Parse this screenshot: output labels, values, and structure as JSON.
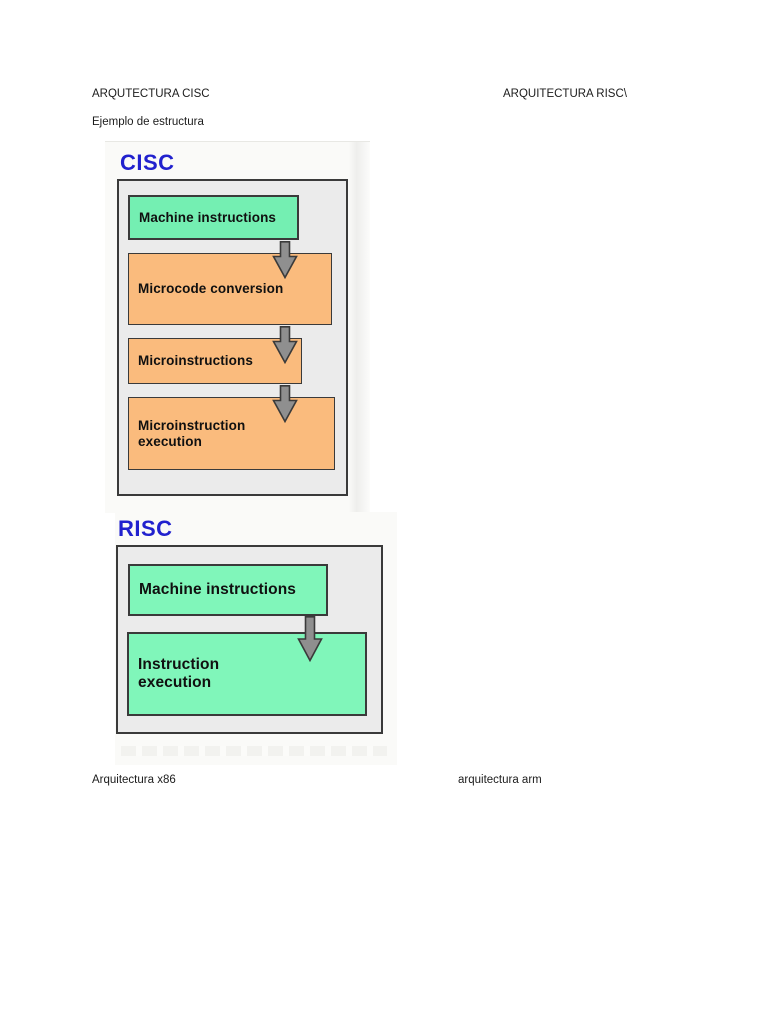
{
  "page": {
    "header_left": "ARQUTECTURA CISC",
    "header_right": "ARQUITECTURA RISC\\",
    "subtitle": "Ejemplo de estructura",
    "footer_left": "Arquitectura x86",
    "footer_right": "arquitectura arm"
  },
  "cisc": {
    "title": "CISC",
    "boxes": [
      {
        "label": "Machine instructions",
        "type": "green"
      },
      {
        "label": "Microcode conversion",
        "type": "orange"
      },
      {
        "label": "Microinstructions",
        "type": "orange"
      },
      {
        "label": "Microinstruction execution",
        "type": "orange"
      }
    ]
  },
  "risc": {
    "title": "RISC",
    "boxes": [
      {
        "label": "Machine instructions",
        "type": "green"
      },
      {
        "label": "Instruction execution",
        "type": "green"
      }
    ]
  },
  "colors": {
    "title_blue": "#2121ce",
    "green_cisc": "#74efb2",
    "green_risc": "#80f6ba",
    "orange": "#fabb7d",
    "container_gray": "#ebebeb",
    "border_dark": "#3a3a3a",
    "arrow_gray": "#8f8f8f"
  }
}
